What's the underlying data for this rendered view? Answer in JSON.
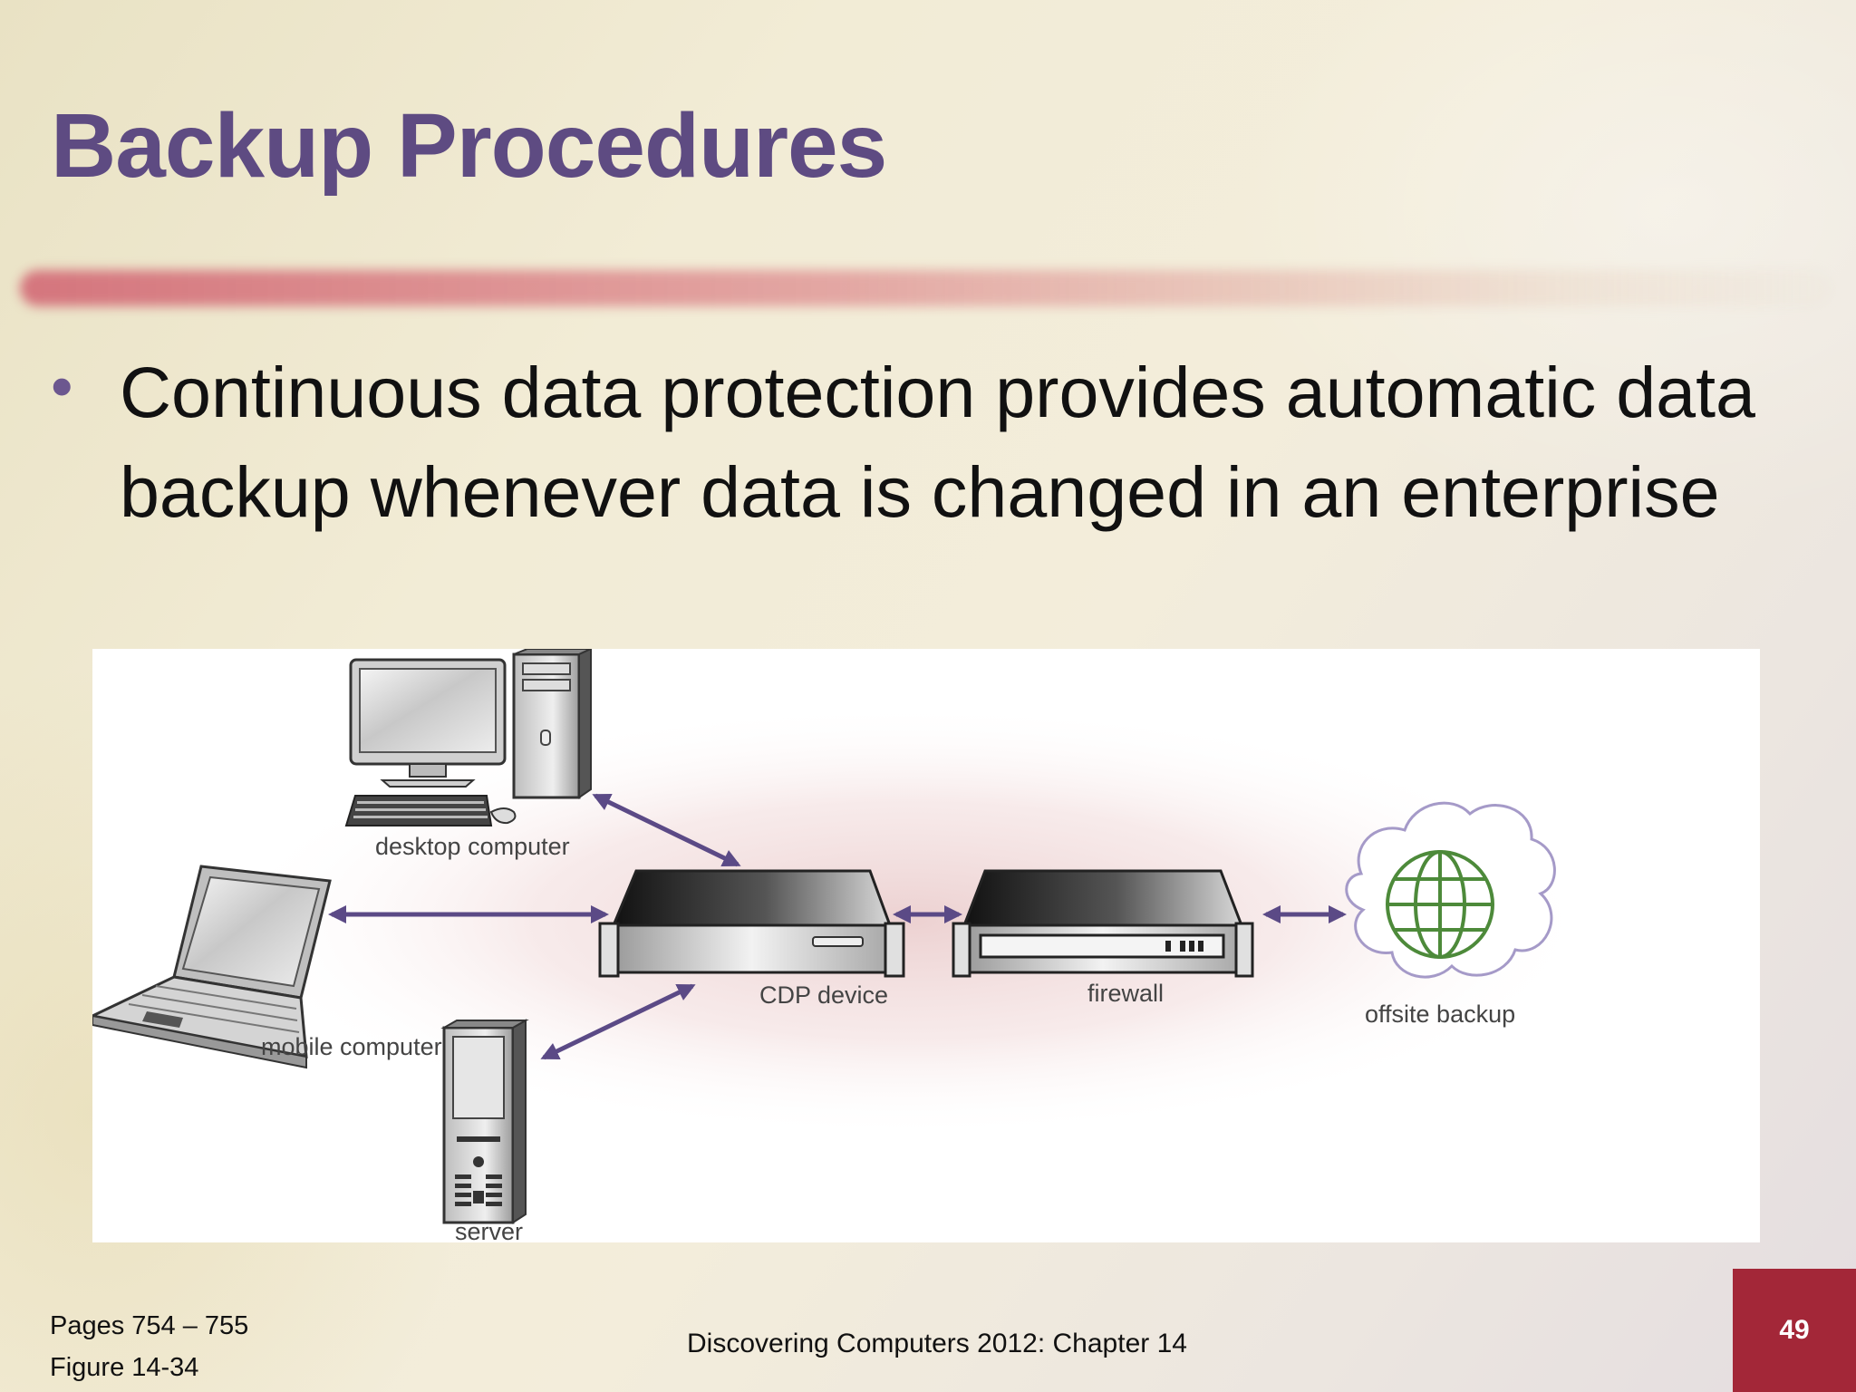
{
  "slide": {
    "title": "Backup Procedures",
    "bullets": [
      "Continuous data protection provides automatic data backup whenever data is changed in an enterprise"
    ]
  },
  "figure": {
    "labels": {
      "desktop": "desktop computer",
      "mobile": "mobile computer",
      "server": "server",
      "cdp": "CDP device",
      "firewall": "firewall",
      "offsite": "offsite backup"
    },
    "colors": {
      "arrow": "#5b4a86",
      "globe": "#4d8a3a",
      "cloud_outline": "#a59ac8"
    }
  },
  "footer": {
    "pages": "Pages 754 – 755",
    "figure_ref": "Figure 14-34",
    "course": "Discovering Computers 2012: Chapter 14",
    "page_number": "49"
  }
}
